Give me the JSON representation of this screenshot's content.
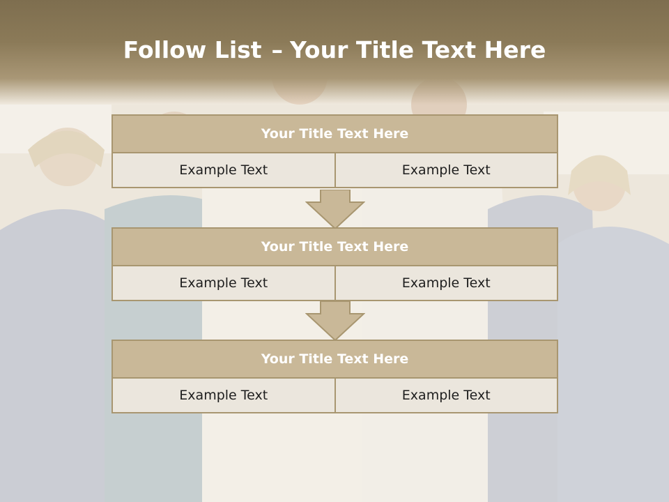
{
  "slide": {
    "title_bold": "Follow List",
    "title_separator": "–",
    "title_rest": "Your Title Text Here"
  },
  "blocks": [
    {
      "title": "Your Title Text Here",
      "cells": [
        "Example Text",
        "Example Text"
      ]
    },
    {
      "title": "Your Title Text Here",
      "cells": [
        "Example Text",
        "Example Text"
      ]
    },
    {
      "title": "Your Title Text Here",
      "cells": [
        "Example Text",
        "Example Text"
      ]
    }
  ],
  "colors": {
    "header_band": "#8b7a58",
    "block_header": "#c9b898",
    "block_border": "#a89670",
    "cell_fill": "#ebe6dd"
  }
}
